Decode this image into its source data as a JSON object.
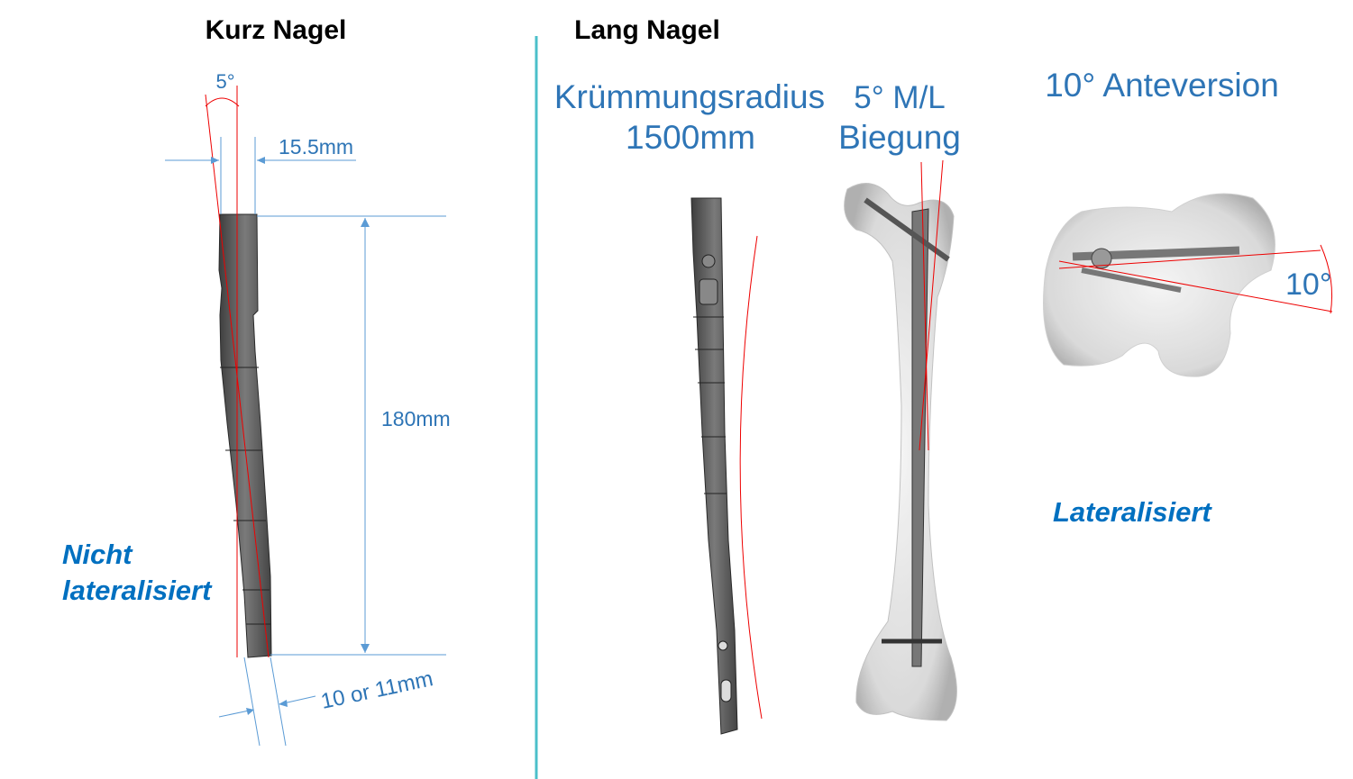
{
  "short_nail": {
    "title": "Kurz Nagel",
    "angle_label": "5°",
    "width_label": "15.5mm",
    "length_label": "180mm",
    "diameter_label": "10 or 11mm",
    "type_line1": "Nicht",
    "type_line2": "lateralisiert"
  },
  "long_nail": {
    "title": "Lang Nagel",
    "radius_line1": "Krümmungsradius",
    "radius_line2": "1500mm",
    "bend_line1": "5° M/L",
    "bend_line2": "Biegung",
    "anteversion_label": "10° Anteversion",
    "anteversion_angle": "10°",
    "type_label": "Lateralisiert"
  },
  "colors": {
    "label": "#2e75b6",
    "emphasis": "#0070c0",
    "divider": "#4bbfca",
    "guide": "#ff0000"
  }
}
